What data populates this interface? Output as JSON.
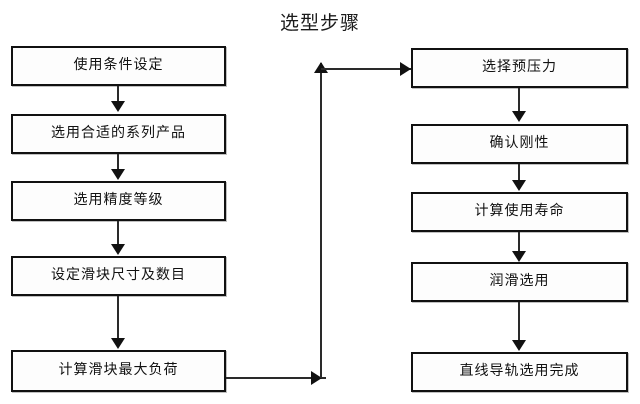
{
  "diagram": {
    "title": "选型步骤",
    "left_column": [
      {
        "id": "l1",
        "label": "使用条件设定"
      },
      {
        "id": "l2",
        "label": "选用合适的系列产品"
      },
      {
        "id": "l3",
        "label": "选用精度等级"
      },
      {
        "id": "l4",
        "label": "设定滑块尺寸及数目"
      },
      {
        "id": "l5",
        "label": "计算滑块最大负荷"
      }
    ],
    "right_column": [
      {
        "id": "r1",
        "label": "选择预压力"
      },
      {
        "id": "r2",
        "label": "确认刚性"
      },
      {
        "id": "r3",
        "label": "计算使用寿命"
      },
      {
        "id": "r4",
        "label": "润滑选用"
      },
      {
        "id": "r5",
        "label": "直线导轨选用完成"
      }
    ],
    "connectors": [
      {
        "id": "c-l1-l2",
        "from": "使用条件设定",
        "to": "选用合适的系列产品",
        "direction": "down"
      },
      {
        "id": "c-l2-l3",
        "from": "选用合适的系列产品",
        "to": "选用精度等级",
        "direction": "down"
      },
      {
        "id": "c-l3-l4",
        "from": "选用精度等级",
        "to": "设定滑块尺寸及数目",
        "direction": "down"
      },
      {
        "id": "c-l4-l5",
        "from": "设定滑块尺寸及数目",
        "to": "计算滑块最大负荷",
        "direction": "down"
      },
      {
        "id": "c-l5-bridge",
        "from": "计算滑块最大负荷",
        "to": "选择预压力",
        "direction": "right-up-right"
      },
      {
        "id": "c-r1-r2",
        "from": "选择预压力",
        "to": "确认刚性",
        "direction": "down"
      },
      {
        "id": "c-r2-r3",
        "from": "确认刚性",
        "to": "计算使用寿命",
        "direction": "down"
      },
      {
        "id": "c-r3-r4",
        "from": "计算使用寿命",
        "to": "润滑选用",
        "direction": "down"
      },
      {
        "id": "c-r4-r5",
        "from": "润滑选用",
        "to": "直线导轨选用完成",
        "direction": "down"
      }
    ],
    "colors": {
      "box_border": "#111111",
      "box_fill": "#fdfdfd",
      "connector": "#2a2a2a",
      "text": "#111111",
      "background": "#ffffff"
    }
  }
}
